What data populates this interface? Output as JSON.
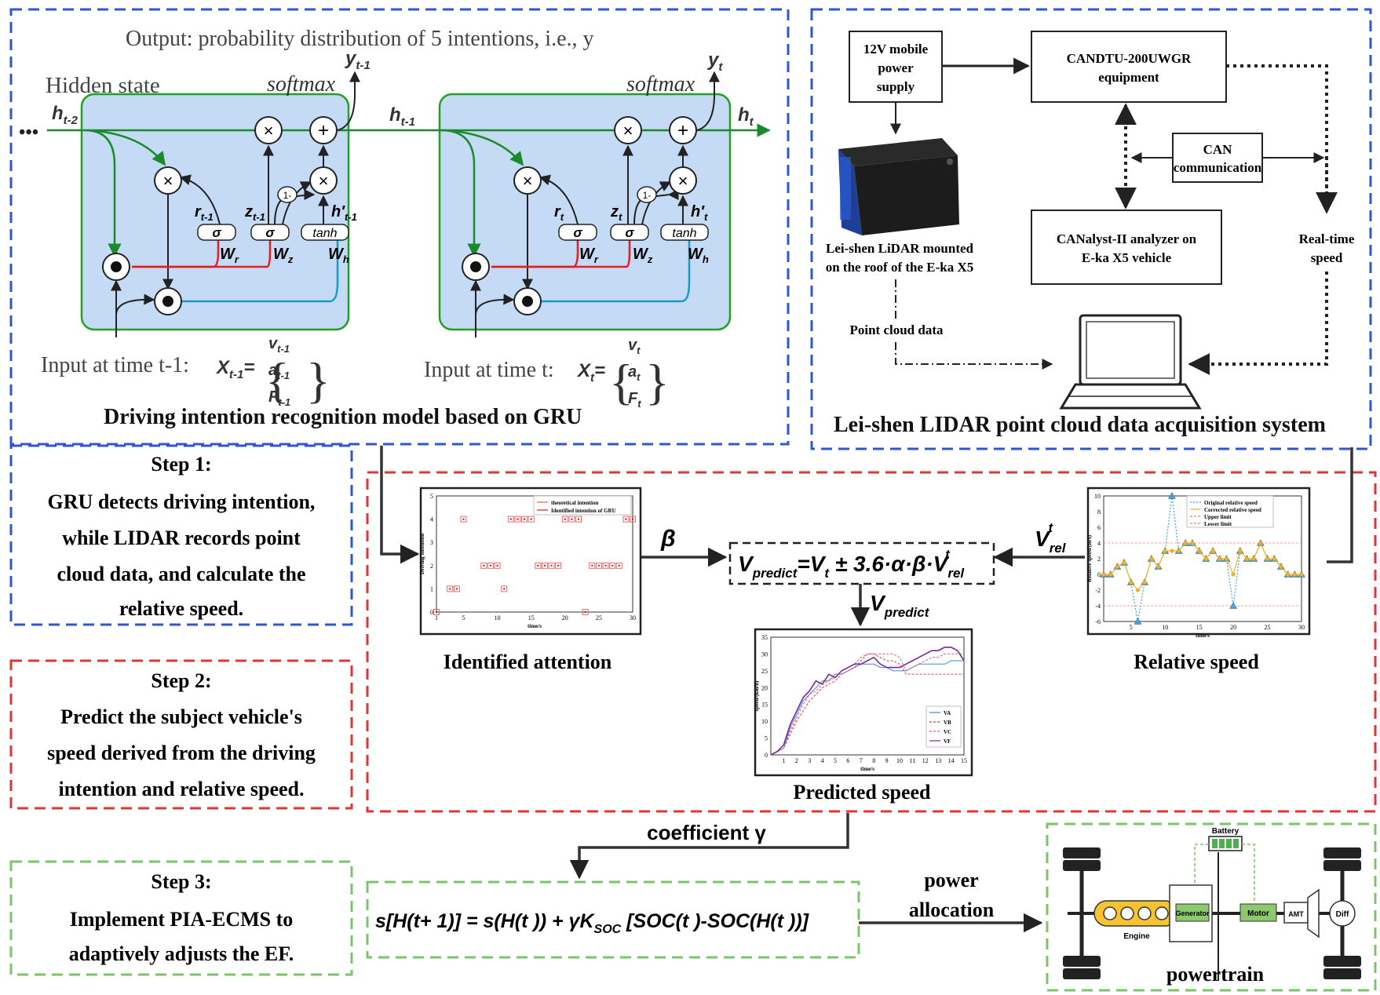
{
  "gru": {
    "output_label": "Output: probability distribution of 5 intentions, i.e., y",
    "hidden_state_label": "Hidden state",
    "softmax": "softmax",
    "y_prev": "y",
    "y_prev_sub": "t-1",
    "y_cur": "y",
    "y_cur_sub": "t",
    "h_tm2": "h",
    "h_tm2_sub": "t-2",
    "h_tm1": "h",
    "h_tm1_sub": "t-1",
    "h_t": "h",
    "h_t_sub": "t",
    "ellipsis": "•••",
    "gate_sigma": "σ",
    "gate_tanh": "tanh",
    "one_minus": "1-",
    "r_prev": "r",
    "r_prev_sub": "t-1",
    "z_prev": "z",
    "z_prev_sub": "t-1",
    "hp_prev": "h′",
    "hp_prev_sub": "t-1",
    "r_cur": "r",
    "r_cur_sub": "t",
    "z_cur": "z",
    "z_cur_sub": "t",
    "hp_cur": "h′",
    "hp_cur_sub": "t",
    "w_r": "W",
    "w_r_sub": "r",
    "w_z": "W",
    "w_z_sub": "z",
    "w_h": "W",
    "w_h_sub": "h",
    "input_prev": "Input at time t-1:",
    "input_cur": "Input at time t:",
    "x_sym": "X",
    "x_prev_sub": "t-1",
    "x_cur_sub": "t",
    "eq": "=",
    "v": "v",
    "a": "a",
    "f": "F",
    "title": "Driving intention recognition model based on GRU"
  },
  "lidar": {
    "power": [
      "12V mobile",
      "power",
      "supply"
    ],
    "candtu": [
      "CANDTU-200UWGR",
      "equipment"
    ],
    "can": [
      "CAN",
      "communication"
    ],
    "canalyst": [
      "CANalyst-II analyzer on",
      "E-ka X5 vehicle"
    ],
    "lidar_label": [
      "Lei-shen LiDAR mounted",
      "on the roof of the E-ka X5"
    ],
    "real_time": [
      "Real-time",
      "speed"
    ],
    "point_cloud": "Point cloud data",
    "title": "Lei-shen LIDAR point cloud data acquisition system"
  },
  "steps": {
    "step1_title": "Step 1:",
    "step1_text": [
      "GRU detects driving intention,",
      "while LIDAR records point",
      "cloud data, and calculate the",
      "relative speed."
    ],
    "step2_title": "Step 2:",
    "step2_text": [
      "Predict the subject vehicle's",
      "speed derived from the driving",
      "intention and relative speed."
    ],
    "step3_title": "Step 3:",
    "step3_text": [
      "Implement PIA-ECMS to",
      "adaptively adjusts the EF."
    ]
  },
  "middle": {
    "beta": "β",
    "v_rel": "V",
    "v_rel_sub": "rel",
    "v_rel_sup": "t",
    "formula_v": "V",
    "formula_pred": "predict",
    "formula_eq": "=V",
    "formula_t": "t",
    "formula_rest": " ± 3.6·α·β·V",
    "formula_rel": "rel",
    "formula_sup": "t",
    "v_predict": "V",
    "v_predict_sub": "predict",
    "identified_caption": "Identified attention",
    "relative_caption": "Relative speed",
    "predicted_caption": "Predicted speed",
    "coefficient": "coefficient γ",
    "power_allocation": [
      "power",
      "allocation"
    ],
    "soc_formula": "s[H(t+ 1)] = s(H(t )) + γK",
    "soc_sub": "SOC",
    "soc_rest": " [SOC(t )-SOC(H(t ))]"
  },
  "powertrain": {
    "battery": "Battery",
    "engine": "Engine",
    "generator": "Generator",
    "motor": "Motor",
    "amt": "AMT",
    "diff": "Diff",
    "title": "powertrain"
  },
  "colors": {
    "blue_dash": "#2f55d4",
    "red_dash": "#e03535",
    "green_dash": "#7cc46a",
    "gru_fill": "#c5dbf5",
    "gru_border": "#22a022",
    "green_line": "#1a8a2a",
    "red_line": "#e02020",
    "cyan_line": "#1a9ac0"
  },
  "chart_data": [
    {
      "type": "scatter",
      "xlabel": "time/s",
      "ylabel": "Driving Intention",
      "xticks": [
        1,
        5,
        10,
        15,
        20,
        25,
        30
      ],
      "yticks": [
        0,
        1,
        2,
        3,
        4,
        5
      ],
      "xlim": [
        1,
        30
      ],
      "ylim": [
        0,
        5
      ],
      "legend_position": "top-right",
      "series": [
        {
          "name": "theoretical intention",
          "x": [
            1,
            3,
            4,
            5,
            8,
            9,
            10,
            11,
            12,
            13,
            14,
            15,
            16,
            17,
            18,
            19,
            20,
            21,
            22,
            23,
            24,
            25,
            26,
            27,
            28,
            29,
            30
          ],
          "y": [
            0,
            1,
            1,
            4,
            2,
            2,
            2,
            1,
            4,
            4,
            4,
            4,
            2,
            2,
            2,
            2,
            4,
            4,
            4,
            0,
            2,
            2,
            2,
            2,
            2,
            4,
            4
          ]
        },
        {
          "name": "Identified intention of GRU",
          "x": [
            1,
            3,
            4,
            5,
            8,
            9,
            10,
            11,
            12,
            13,
            14,
            15,
            16,
            17,
            18,
            19,
            20,
            21,
            22,
            23,
            24,
            25,
            26,
            27,
            28,
            29,
            30
          ],
          "y": [
            0,
            1,
            1,
            4,
            2,
            2,
            2,
            1,
            4,
            4,
            4,
            4,
            2,
            2,
            2,
            2,
            4,
            4,
            4,
            0,
            2,
            2,
            2,
            2,
            2,
            4,
            4
          ]
        }
      ]
    },
    {
      "type": "line",
      "xlabel": "time/s",
      "ylabel": "Relative speed/(m/s)",
      "xticks": [
        5,
        10,
        15,
        20,
        25,
        30
      ],
      "yticks": [
        -6,
        -4,
        -2,
        0,
        2,
        4,
        6,
        8,
        10
      ],
      "xlim": [
        1,
        30
      ],
      "ylim": [
        -6,
        10
      ],
      "legend_position": "top",
      "series": [
        {
          "name": "Original relative speed",
          "x": [
            1,
            2,
            3,
            4,
            5,
            6,
            7,
            8,
            9,
            10,
            11,
            12,
            13,
            14,
            15,
            16,
            17,
            18,
            19,
            20,
            21,
            22,
            23,
            24,
            25,
            26,
            27,
            28,
            29,
            30
          ],
          "y": [
            0,
            0,
            1,
            1.5,
            -1,
            -6,
            -1,
            2,
            1,
            3,
            10,
            3,
            4,
            4,
            3,
            2,
            3,
            2,
            2,
            -4,
            3,
            2,
            2,
            4,
            2,
            2,
            1,
            0,
            0,
            0
          ]
        },
        {
          "name": "Corrected relative speed",
          "x": [
            1,
            2,
            3,
            4,
            5,
            6,
            7,
            8,
            9,
            10,
            11,
            12,
            13,
            14,
            15,
            16,
            17,
            18,
            19,
            20,
            21,
            22,
            23,
            24,
            25,
            26,
            27,
            28,
            29,
            30
          ],
          "y": [
            0,
            0,
            1,
            1.5,
            -1,
            -2,
            -1,
            2,
            1,
            3,
            3,
            3,
            4,
            4,
            3,
            2,
            3,
            2,
            2,
            0,
            3,
            2,
            2,
            4,
            2,
            2,
            1,
            0,
            0,
            0
          ]
        },
        {
          "name": "Upper limit",
          "x": [
            1,
            30
          ],
          "y": [
            4,
            4
          ]
        },
        {
          "name": "Lower limit",
          "x": [
            1,
            30
          ],
          "y": [
            -4,
            -4
          ]
        }
      ]
    },
    {
      "type": "line",
      "xlabel": "time/s",
      "ylabel": "speed/(km/h)",
      "xticks": [
        1,
        2,
        3,
        4,
        5,
        6,
        7,
        8,
        9,
        10,
        11,
        12,
        13,
        14,
        15
      ],
      "yticks": [
        0,
        5,
        10,
        15,
        20,
        25,
        30,
        35
      ],
      "xlim": [
        0,
        15
      ],
      "ylim": [
        0,
        35
      ],
      "legend_position": "bottom-right",
      "series": [
        {
          "name": "VA",
          "x": [
            0,
            0.5,
            1,
            1.5,
            2,
            2.5,
            3,
            3.5,
            4,
            4.5,
            5,
            5.5,
            6,
            6.5,
            7,
            7.5,
            8,
            8.5,
            9,
            9.5,
            10,
            10.5,
            11,
            11.5,
            12,
            12.5,
            13,
            13.5,
            14,
            14.5,
            15
          ],
          "y": [
            0,
            1,
            2,
            8,
            12,
            16,
            18,
            20,
            22,
            22,
            24,
            24,
            25,
            26,
            27,
            27,
            27,
            26,
            26,
            25,
            25,
            25,
            26,
            27,
            27,
            27,
            27,
            27,
            28,
            28,
            28
          ]
        },
        {
          "name": "VB",
          "x": [
            0,
            0.5,
            1,
            1.5,
            2,
            2.5,
            3,
            3.5,
            4,
            4.5,
            5,
            5.5,
            6,
            6.5,
            7,
            7.5,
            8,
            8.5,
            9,
            9.5,
            10,
            10.5,
            11,
            11.5,
            12,
            12.5,
            13,
            13.5,
            14,
            14.5,
            15
          ],
          "y": [
            0,
            1,
            2,
            6,
            10,
            13,
            16,
            18,
            20,
            21,
            22,
            24,
            25,
            26,
            28,
            30,
            30,
            29,
            28,
            28,
            27,
            24,
            24,
            24,
            24,
            24,
            24,
            24,
            24,
            24,
            24
          ]
        },
        {
          "name": "VC",
          "x": [
            0,
            0.5,
            1,
            1.5,
            2,
            2.5,
            3,
            3.5,
            4,
            4.5,
            5,
            5.5,
            6,
            6.5,
            7,
            7.5,
            8,
            8.5,
            9,
            9.5,
            10,
            10.5,
            11,
            11.5,
            12,
            12.5,
            13,
            13.5,
            14,
            14.5,
            15
          ],
          "y": [
            0,
            1,
            2,
            7,
            11,
            15,
            18,
            19,
            21,
            22,
            23,
            25,
            26,
            27,
            29,
            30,
            30,
            30,
            30,
            30,
            29,
            25,
            26,
            27,
            28,
            29,
            29,
            30,
            30,
            30,
            30
          ]
        },
        {
          "name": "VF",
          "x": [
            0,
            0.5,
            1,
            1.5,
            2,
            2.5,
            3,
            3.5,
            4,
            4.5,
            5,
            5.5,
            6,
            6.5,
            7,
            7.5,
            8,
            8.5,
            9,
            9.5,
            10,
            10.5,
            11,
            11.5,
            12,
            12.5,
            13,
            13.5,
            14,
            14.5,
            15
          ],
          "y": [
            0,
            1,
            3,
            9,
            13,
            17,
            19,
            22,
            21,
            24,
            23,
            25,
            26,
            27,
            27,
            28,
            29,
            27,
            26,
            26,
            26,
            27,
            28,
            29,
            30,
            31,
            31,
            32,
            32,
            31,
            28
          ]
        }
      ]
    }
  ]
}
